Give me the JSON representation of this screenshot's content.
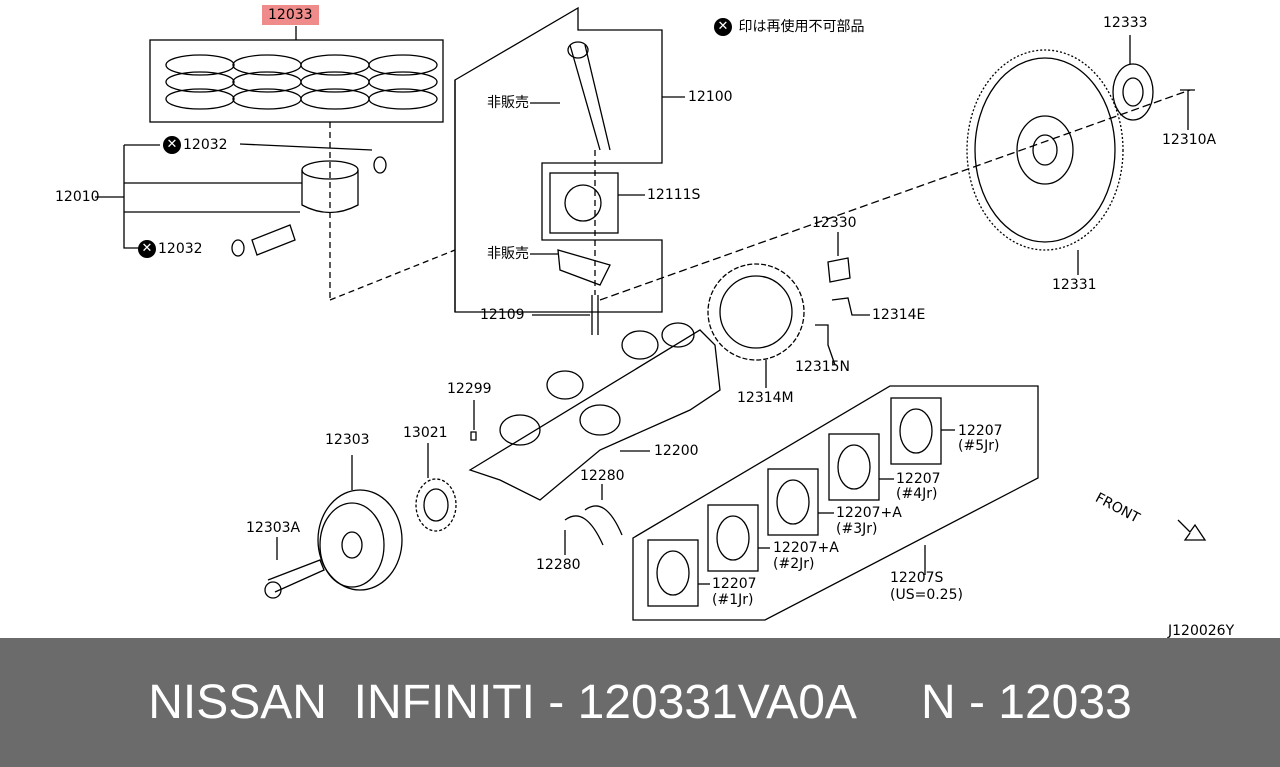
{
  "note": {
    "icon": "do-not-reuse-icon",
    "text": "印は再使用不可部品"
  },
  "labels": {
    "p12033": "12033",
    "p12032a": "12032",
    "p12010": "12010",
    "p12032b": "12032",
    "nonsale1": "非販売",
    "p12100": "12100",
    "p12111S": "12111S",
    "nonsale2": "非販売",
    "p12109": "12109",
    "p12330": "12330",
    "p12314E": "12314E",
    "p12315N": "12315N",
    "p12314M": "12314M",
    "p12333": "12333",
    "p12310A": "12310A",
    "p12331": "12331",
    "p12299": "12299",
    "p13021": "13021",
    "p12303": "12303",
    "p12200": "12200",
    "p12280a": "12280",
    "p12303A": "12303A",
    "p12280b": "12280",
    "b5": "12207",
    "b5s": "(#5Jr)",
    "b4": "12207",
    "b4s": "(#4Jr)",
    "b3": "12207+A",
    "b3s": "(#3Jr)",
    "b2": "12207+A",
    "b2s": "(#2Jr)",
    "b1": "12207",
    "b1s": "(#1Jr)",
    "set": "12207S",
    "sets": "(US=0.25)",
    "front": "FRONT",
    "code": "J120026Y"
  },
  "footer": {
    "text": "NISSAN  INFINITI - 120331VA0A     N - 12033"
  },
  "colors": {
    "highlight": "#f08b8b",
    "footer_bg": "#6b6b6b"
  }
}
